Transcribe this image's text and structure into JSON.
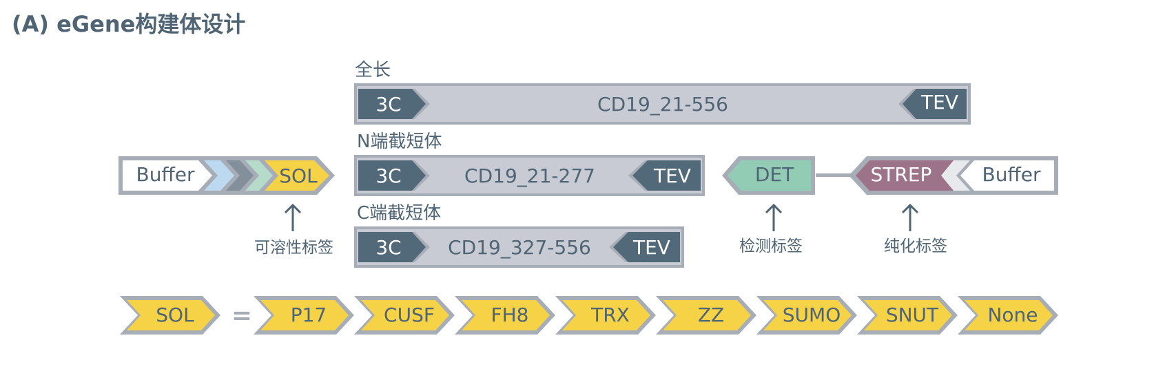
{
  "title": "(A) eGene构建体设计",
  "colors": {
    "text": "#4f6474",
    "border": "#a7adb6",
    "bar_fill": "#c8cbd3",
    "cleavage_tag": "#52697a",
    "sol_yellow": "#f5d246",
    "det_green": "#93ccb4",
    "strep_purple": "#9c7389",
    "chevron_blue": "#bcd9f0",
    "chevron_slate": "#838f9b",
    "chevron_mint": "#b7dbcb",
    "buffer_white": "#ffffff"
  },
  "constructs": {
    "full": {
      "label": "全长",
      "n_tag": "3C",
      "insert": "CD19_21-556",
      "c_tag": "TEV"
    },
    "n_trunc": {
      "label": "N端截短体",
      "n_tag": "3C",
      "insert": "CD19_21-277",
      "c_tag": "TEV"
    },
    "c_trunc": {
      "label": "C端截短体",
      "n_tag": "3C",
      "insert": "CD19_327-556",
      "c_tag": "TEV"
    }
  },
  "left_module": {
    "buffer": "Buffer",
    "sol": "SOL",
    "annotation": "可溶性标签"
  },
  "right_module": {
    "det": "DET",
    "det_annotation": "检测标签",
    "strep": "STREP",
    "strep_annotation": "纯化标签",
    "buffer": "Buffer"
  },
  "sol_options": {
    "sol": "SOL",
    "equals": "=",
    "items": [
      "P17",
      "CUSF",
      "FH8",
      "TRX",
      "ZZ",
      "SUMO",
      "SNUT",
      "None"
    ]
  }
}
